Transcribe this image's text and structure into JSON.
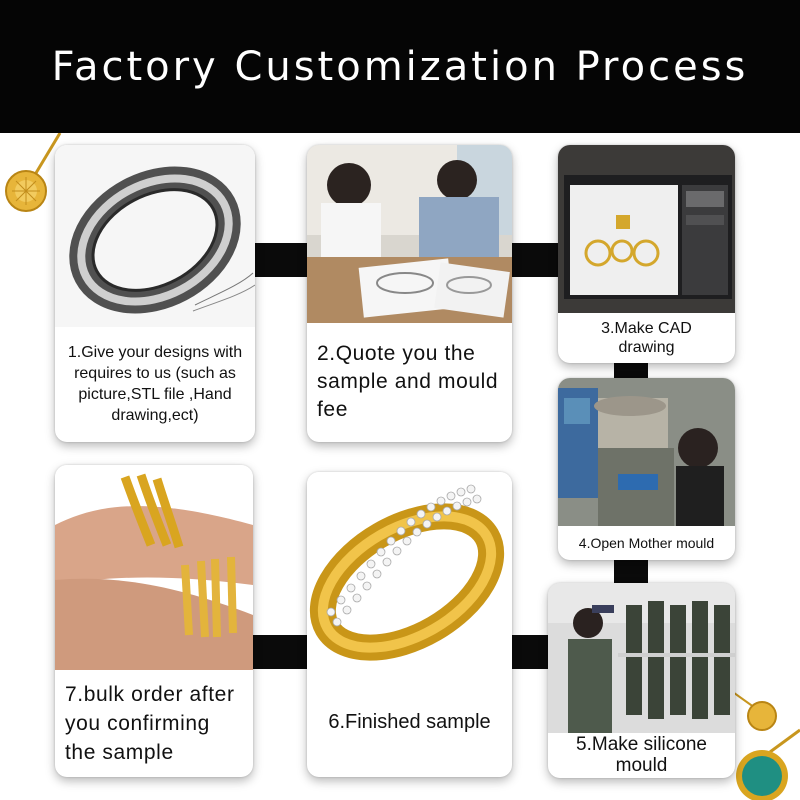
{
  "header": {
    "title": "Factory Customization Process"
  },
  "steps": [
    {
      "label": "1.Give your designs with requires to us (such as picture,STL file ,Hand drawing,ect)"
    },
    {
      "label": "2.Quote you the sample and mould fee"
    },
    {
      "label": "3.Make CAD drawing"
    },
    {
      "label": "4.Open Mother mould"
    },
    {
      "label": "5.Make silicone mould"
    },
    {
      "label": "6.Finished sample"
    },
    {
      "label": "7.bulk order after you confirming the sample"
    }
  ],
  "colors": {
    "banner": "#050505",
    "gold": "#d9a520",
    "connector": "#0a0a0a"
  }
}
